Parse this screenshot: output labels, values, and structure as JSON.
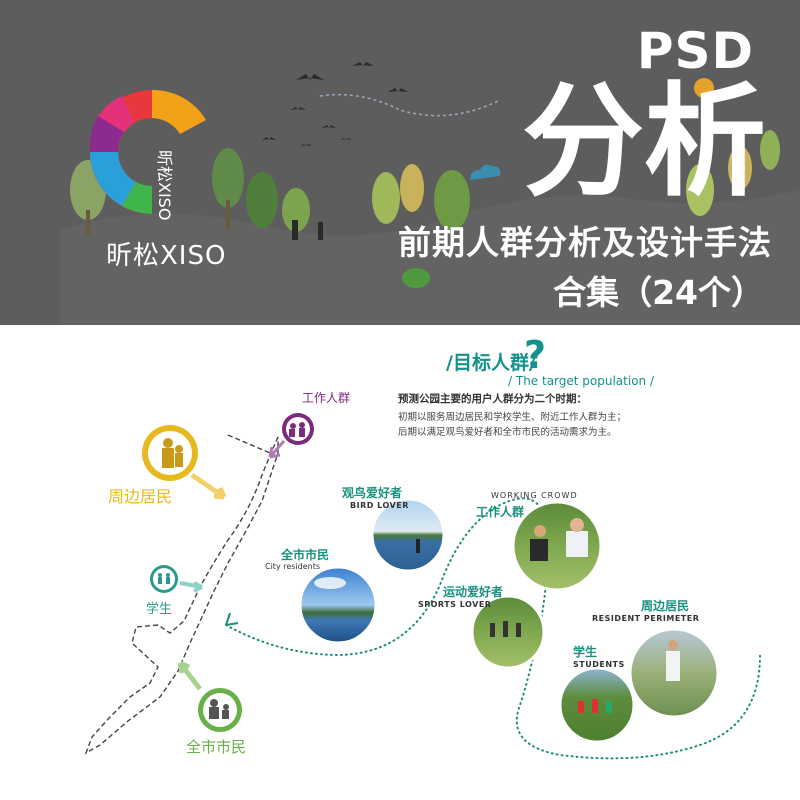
{
  "banner": {
    "psd": "PSD",
    "title": "分析",
    "subtitle_line1": "前期人群分析及设计手法",
    "subtitle_line2": "合集（24个）",
    "logo_arc_text": "昕松XISO",
    "logo_text": "昕松XISO"
  },
  "target": {
    "title": "/目标人群/",
    "question_mark": "?",
    "subtitle_en": "/ The target population /",
    "desc_line1": "预测公园主要的用户人群分为二个时期：",
    "desc_line2": "初期以服务周边居民和学校学生、附近工作人群为主；",
    "desc_line3": "后期以满足观鸟爱好者和全市市民的活动需求为主。"
  },
  "map_groups": {
    "work": "工作人群",
    "resident": "周边居民",
    "student": "学生",
    "city": "全市市民"
  },
  "photo_groups": {
    "bird_cn": "观鸟爱好者",
    "bird_en": "BIRD LOVER",
    "city_cn": "全市市民",
    "city_en": "City residents",
    "working_en": "WORKING CROWD",
    "working_cn": "工作人群",
    "sports_cn": "运动爱好者",
    "sports_en": "SPORTS LOVER",
    "resident_cn": "周边居民",
    "resident_en": "RESIDENT   PERIMETER",
    "student_cn": "学生",
    "student_en": "STUDENTS"
  },
  "colors": {
    "banner_bg": "#5d5d5d",
    "teal": "#14918a",
    "purple": "#7b2a7d",
    "yellow": "#e8b820",
    "green": "#6ab04a"
  }
}
